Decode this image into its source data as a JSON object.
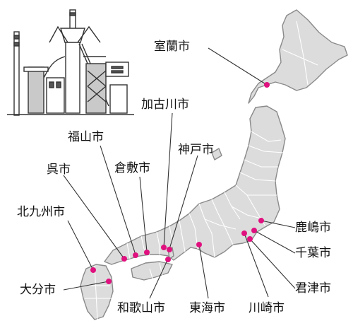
{
  "title_art": {
    "icon": "steel-mill-icon"
  },
  "colors": {
    "marker": "#e0117f",
    "land": "#dcdcdc",
    "border": "#8a8a8a",
    "leader": "#333333"
  },
  "cities": [
    {
      "key": "muroran",
      "label": "室蘭市"
    },
    {
      "key": "kakogawa",
      "label": "加古川市"
    },
    {
      "key": "fukuyama",
      "label": "福山市"
    },
    {
      "key": "kobe",
      "label": "神戸市"
    },
    {
      "key": "kurashiki",
      "label": "倉敷市"
    },
    {
      "key": "kure",
      "label": "呉市"
    },
    {
      "key": "kitakyushu",
      "label": "北九州市"
    },
    {
      "key": "oita",
      "label": "大分市"
    },
    {
      "key": "wakayama",
      "label": "和歌山市"
    },
    {
      "key": "tokai",
      "label": "東海市"
    },
    {
      "key": "kawasaki",
      "label": "川崎市"
    },
    {
      "key": "kimitsu",
      "label": "君津市"
    },
    {
      "key": "chiba",
      "label": "千葉市"
    },
    {
      "key": "kashima",
      "label": "鹿嶋市"
    }
  ]
}
